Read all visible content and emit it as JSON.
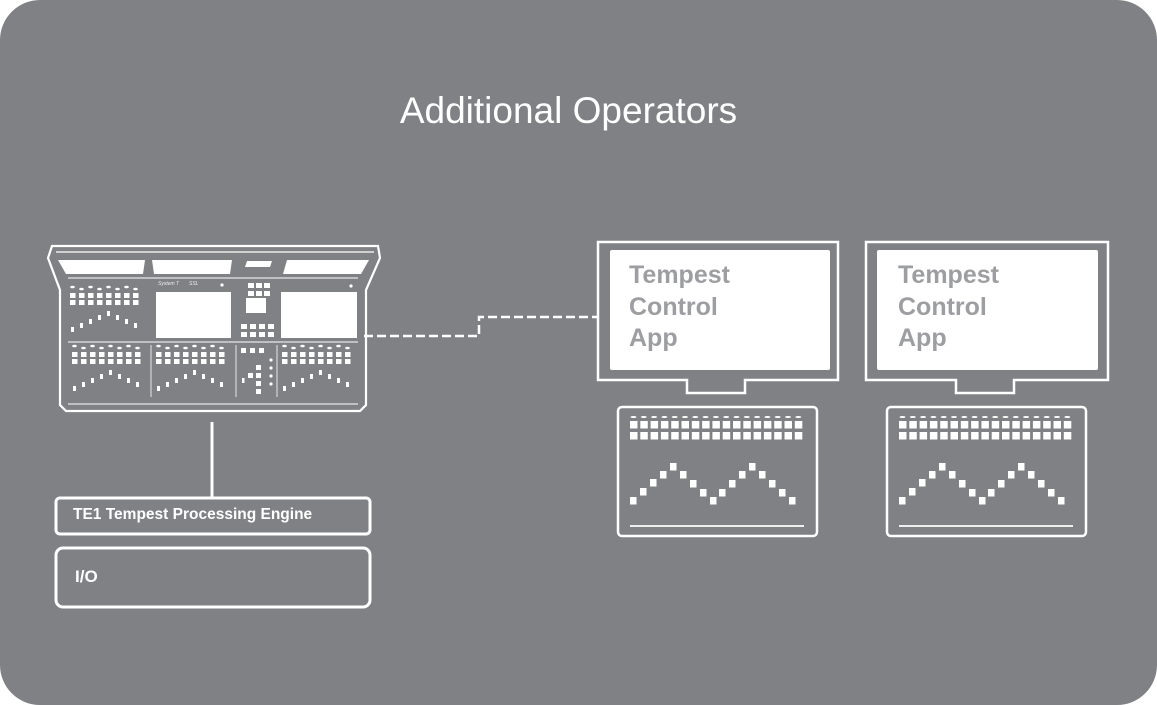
{
  "title": "Additional Operators",
  "console": {
    "model_label": "System T",
    "brand_label": "SSL"
  },
  "engine": {
    "label": "TE1 Tempest Processing Engine"
  },
  "io": {
    "label": "I/O"
  },
  "operators": [
    {
      "app_lines": [
        "Tempest",
        "Control",
        "App"
      ]
    },
    {
      "app_lines": [
        "Tempest",
        "Control",
        "App"
      ]
    }
  ],
  "colors": {
    "background": "#808185",
    "line": "#ffffff",
    "app_text": "#9d9ea1"
  }
}
